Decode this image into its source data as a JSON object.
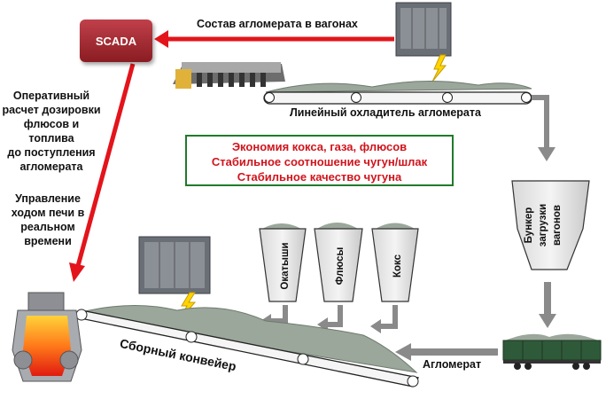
{
  "scada_label": "SCADA",
  "top_arrow_label": "Состав агломерата в вагонах",
  "cooler_label": "Линейный охладитель агломерата",
  "benefits": [
    "Экономия кокса, газа, флюсов",
    "Стабильное соотношение чугун/шлак",
    "Стабильное качество чугуна"
  ],
  "left_text_1": [
    "Оперативный",
    "расчет дозировки",
    "флюсов и",
    "топлива",
    "до поступления",
    "агломерата"
  ],
  "left_text_2": [
    "Управление",
    "ходом печи в",
    "реальном",
    "времени"
  ],
  "hoppers": [
    "Окатыши",
    "Флюсы",
    "Кокс"
  ],
  "bunker_label": [
    "Бункер",
    "загрузки",
    "вагонов"
  ],
  "agglomerate_label": "Агломерат",
  "collector_label": "Сборный конвейер",
  "colors": {
    "red_arrow": "#e3141b",
    "gray_arrow": "#8a8a8a",
    "box_border": "#1f7a2b",
    "benefit_text": "#d0141c"
  }
}
